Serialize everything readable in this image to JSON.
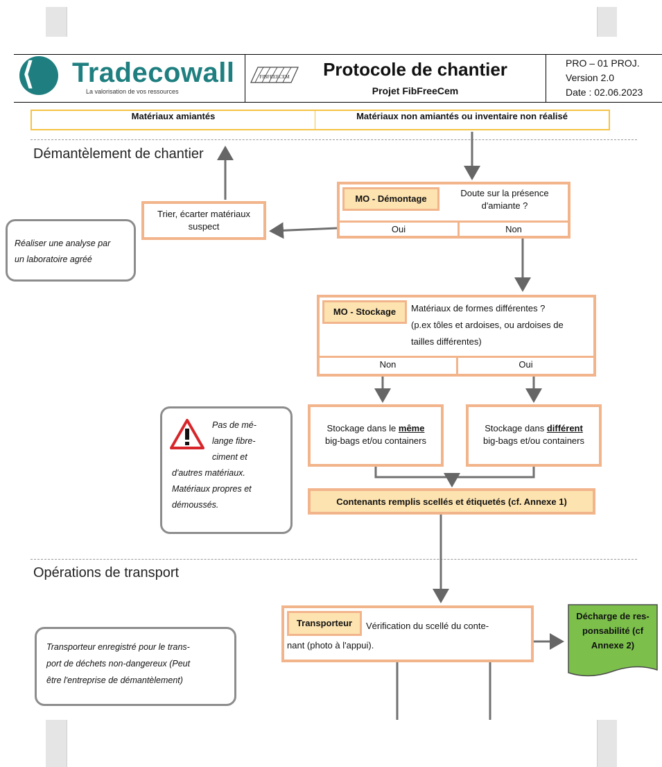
{
  "header": {
    "brand": "Tradecowall",
    "tagline": "La valorisation de vos ressources",
    "fib_logo": "FIBFREECEM",
    "title": "Protocole de chantier",
    "subtitle": "Projet FibFreeCem",
    "doc_ref": "PRO – 01 PROJ.",
    "version": "Version 2.0",
    "date": "Date : 02.06.2023"
  },
  "top_bar": {
    "left": "Matériaux amiantés",
    "right": "Matériaux non amiantés ou inventaire non réalisé"
  },
  "sections": {
    "dismantling": "Démantèlement de chantier",
    "transport": "Opérations de transport"
  },
  "sort_box": {
    "line1": "Trier, écarter matériaux",
    "line2": "suspect"
  },
  "lab_note": {
    "line1": "Réaliser une analyse par",
    "line2": "un laboratoire agréé"
  },
  "demontage": {
    "tag": "MO - Démontage",
    "q1": "Doute sur la présence",
    "q2": "d'amiante ?",
    "yes": "Oui",
    "no": "Non"
  },
  "stockage": {
    "tag": "MO - Stockage",
    "q1": "Matériaux de formes différentes ?",
    "q2": "(p.ex tôles et ardoises, ou ardoises de",
    "q3": "tailles différentes)",
    "no": "Non",
    "yes": "Oui"
  },
  "same_storage": {
    "pre": "Stockage dans le ",
    "em": "même",
    "line2": "big-bags et/ou containers"
  },
  "diff_storage": {
    "pre": "Stockage dans ",
    "em": "différent",
    "line2": "big-bags et/ou containers"
  },
  "warning_note": {
    "l1": "Pas de mé-",
    "l2": "lange fibre-",
    "l3": "ciment et",
    "l4": "d'autres matériaux.",
    "l5": "Matériaux propres et",
    "l6": "démoussés."
  },
  "containers": "Contenants remplis scellés et étiquetés (cf. Annexe 1)",
  "transporteur": {
    "tag": "Transporteur",
    "l1": "Vérification du scellé du conte-",
    "l2": "nant (photo à l'appui)."
  },
  "transport_note": {
    "l1": "Transporteur enregistré pour le trans-",
    "l2": "port de déchets non-dangereux (Peut",
    "l3": "être l'entreprise de démantèlement)"
  },
  "discharge": {
    "l1": "Décharge de res-",
    "l2": "ponsabilité (cf",
    "l3": "Annexe 2)"
  },
  "colors": {
    "brand": "#1f7f80",
    "box_border": "#f2b48b",
    "tag_fill": "#fde3b0",
    "top_bar_border": "#f5c242",
    "discharge_fill": "#7cc04b",
    "note_border": "#8c8c8c"
  },
  "icons": [
    "warning-triangle-icon",
    "flow-arrow-icon"
  ]
}
